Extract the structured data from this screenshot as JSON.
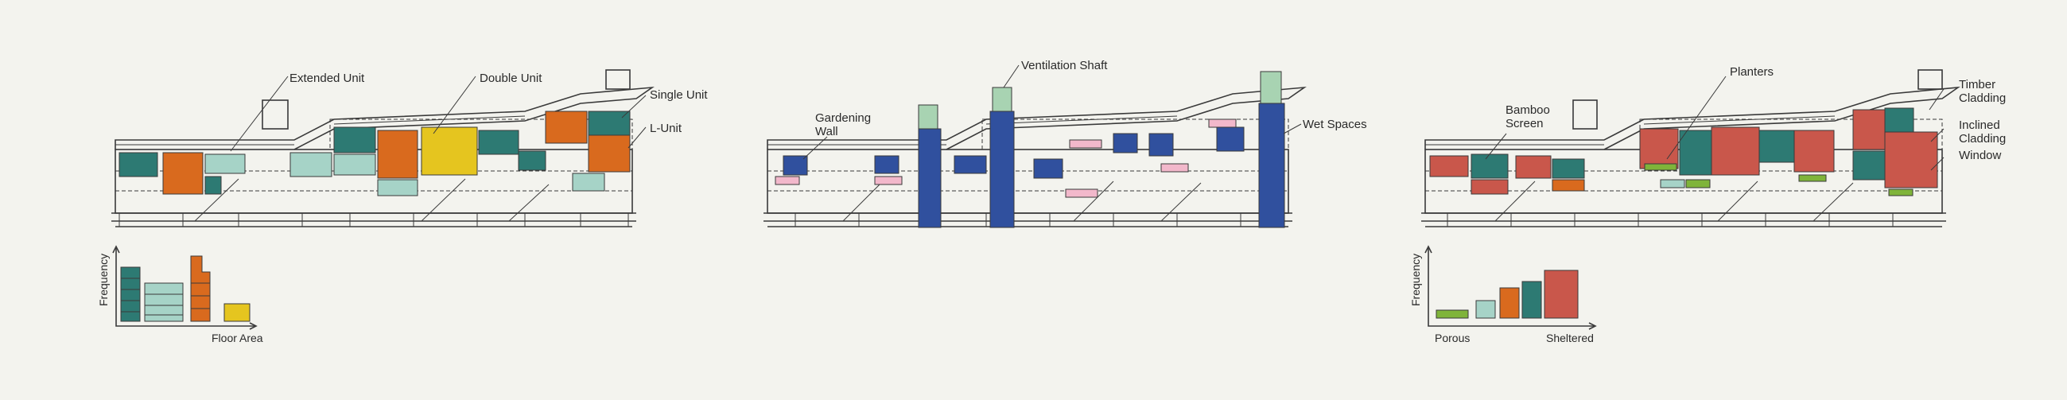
{
  "colors": {
    "background": "#f3f3ee",
    "line": "#3a3a3a",
    "teal": "#2d7a73",
    "mint": "#a6d3c7",
    "orange": "#d96a1e",
    "yellow": "#e5c51f",
    "blue": "#30509e",
    "pink": "#f2b8cb",
    "green_pale": "#a8d3b2",
    "red": "#c9574b",
    "lime": "#7fb43a"
  },
  "section_units": {
    "labels": {
      "extended_unit": "Extended Unit",
      "double_unit": "Double Unit",
      "single_unit": "Single Unit",
      "l_unit": "L-Unit"
    }
  },
  "section_services": {
    "labels": {
      "ventilation_shaft": "Ventilation Shaft",
      "gardening_wall_1": "Gardening",
      "gardening_wall_2": "Wall",
      "wet_spaces": "Wet Spaces"
    }
  },
  "section_facade": {
    "labels": {
      "planters": "Planters",
      "bamboo_screen_1": "Bamboo",
      "bamboo_screen_2": "Screen",
      "timber_cladding_1": "Timber",
      "timber_cladding_2": "Cladding",
      "inclined_cladding_1": "Inclined",
      "inclined_cladding_2": "Cladding",
      "window": "Window"
    }
  },
  "chart_units": {
    "ylabel": "Frequency",
    "xlabel": "Floor Area"
  },
  "chart_facade": {
    "ylabel": "Frequency",
    "x_left": "Porous",
    "x_right": "Sheltered"
  }
}
